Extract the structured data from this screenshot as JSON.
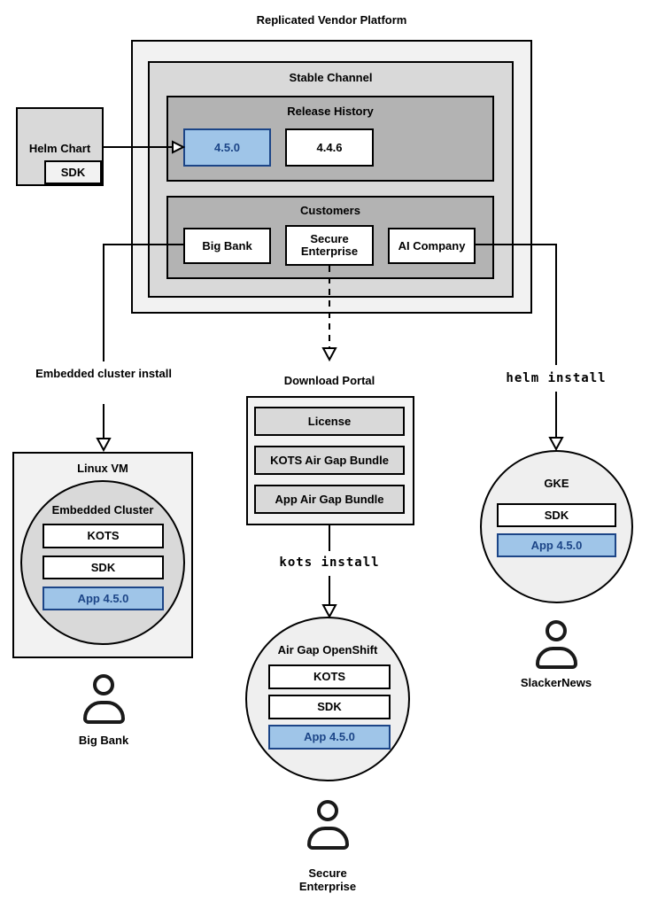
{
  "title": "Replicated Vendor Platform",
  "colors": {
    "highlight_fill": "#9fc5e8",
    "highlight_accent": "#1c4587",
    "gray_light": "#f2f2f2",
    "gray_mid": "#d9d9d9",
    "gray_dark": "#b3b3b3"
  },
  "platform": {
    "channel_label": "Stable Channel",
    "release_history": {
      "label": "Release History",
      "releases": [
        {
          "version": "4.5.0",
          "highlighted": true
        },
        {
          "version": "4.4.6",
          "highlighted": false
        }
      ]
    },
    "customers": {
      "label": "Customers",
      "items": [
        {
          "name": "Big Bank"
        },
        {
          "name": "Secure Enterprise"
        },
        {
          "name": "AI Company"
        }
      ]
    }
  },
  "helm_chart": {
    "label": "Helm Chart",
    "sdk": "SDK"
  },
  "flow_embedded": {
    "arrow_label": "Embedded cluster install",
    "vm_label": "Linux VM",
    "cluster_label": "Embedded Cluster",
    "components": [
      "KOTS",
      "SDK",
      "App 4.5.0"
    ],
    "persona": "Big Bank"
  },
  "flow_airgap": {
    "portal_label": "Download Portal",
    "portal_items": [
      "License",
      "KOTS Air Gap Bundle",
      "App Air Gap Bundle"
    ],
    "command": "kots install",
    "cluster_label": "Air Gap OpenShift",
    "components": [
      "KOTS",
      "SDK",
      "App 4.5.0"
    ],
    "persona": "Secure Enterprise"
  },
  "flow_helm": {
    "command": "helm install",
    "cluster_label": "GKE",
    "components": [
      "SDK",
      "App 4.5.0"
    ],
    "persona": "SlackerNews"
  }
}
